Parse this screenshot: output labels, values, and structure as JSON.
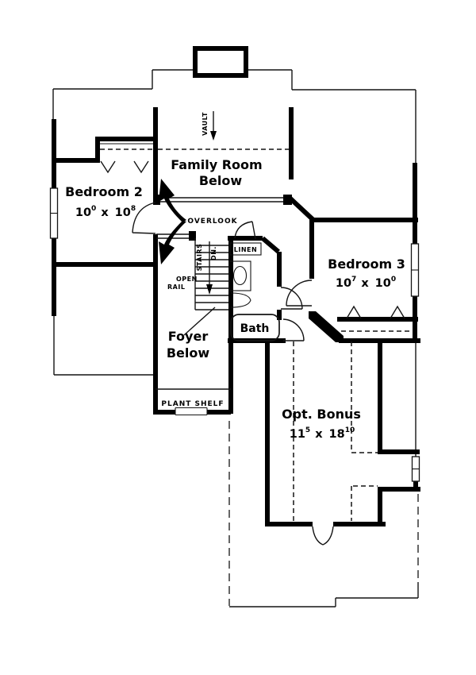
{
  "plan": {
    "type": "second-floor-plan",
    "colors": {
      "wall": "#000000",
      "line": "#141414",
      "background": "#ffffff"
    }
  },
  "rooms": {
    "family": {
      "line1": "Family Room",
      "line2": "Below"
    },
    "bedroom2": {
      "name": "Bedroom 2",
      "dim": {
        "a": "10",
        "a_sup": "0",
        "sep": "x",
        "b": "10",
        "b_sup": "8"
      }
    },
    "bedroom3": {
      "name": "Bedroom 3",
      "dim": {
        "a": "10",
        "a_sup": "7",
        "sep": "x",
        "b": "10",
        "b_sup": "0"
      }
    },
    "bonus": {
      "name": "Opt. Bonus",
      "dim": {
        "a": "11",
        "a_sup": "5",
        "sep": "x",
        "b": "18",
        "b_sup": "10"
      }
    },
    "foyer": {
      "line1": "Foyer",
      "line2": "Below"
    }
  },
  "labels": {
    "bath": "Bath",
    "linen": "LINEN",
    "overlook": "OVERLOOK",
    "open_rail_1": "OPEN",
    "open_rail_2": "RAIL",
    "plant_shelf": "PLANT SHELF",
    "stairs": "STAIRS",
    "down": "DN.",
    "vault": "VAULT"
  }
}
